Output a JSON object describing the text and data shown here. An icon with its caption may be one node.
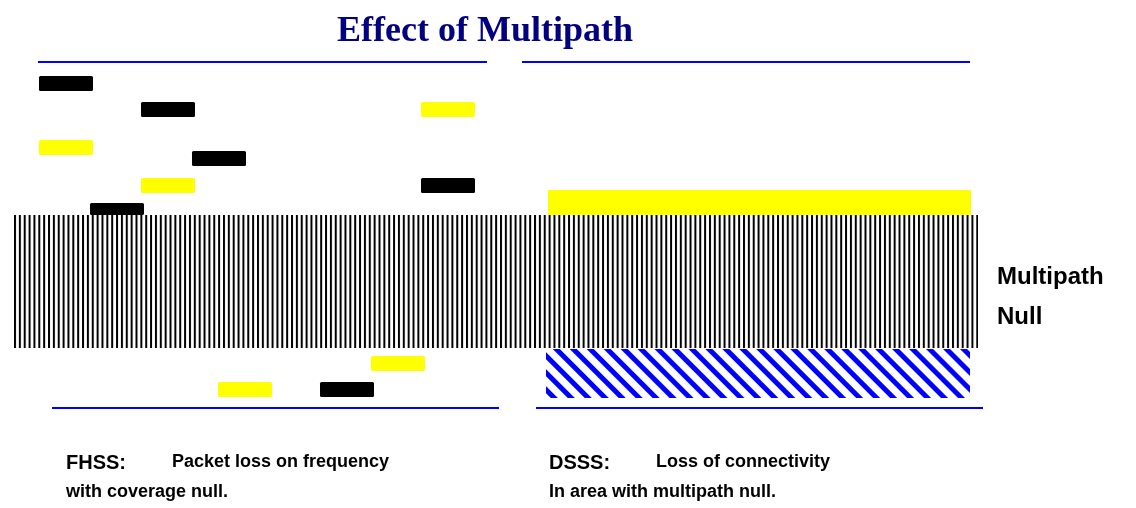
{
  "diagram": {
    "title": "Effect of Multipath",
    "labels": [
      "Multipath Null",
      "FHSS:",
      "Packet loss on frequency with coverage null.",
      "DSSS:",
      "Loss of connectivity In area with multipath null."
    ]
  }
}
